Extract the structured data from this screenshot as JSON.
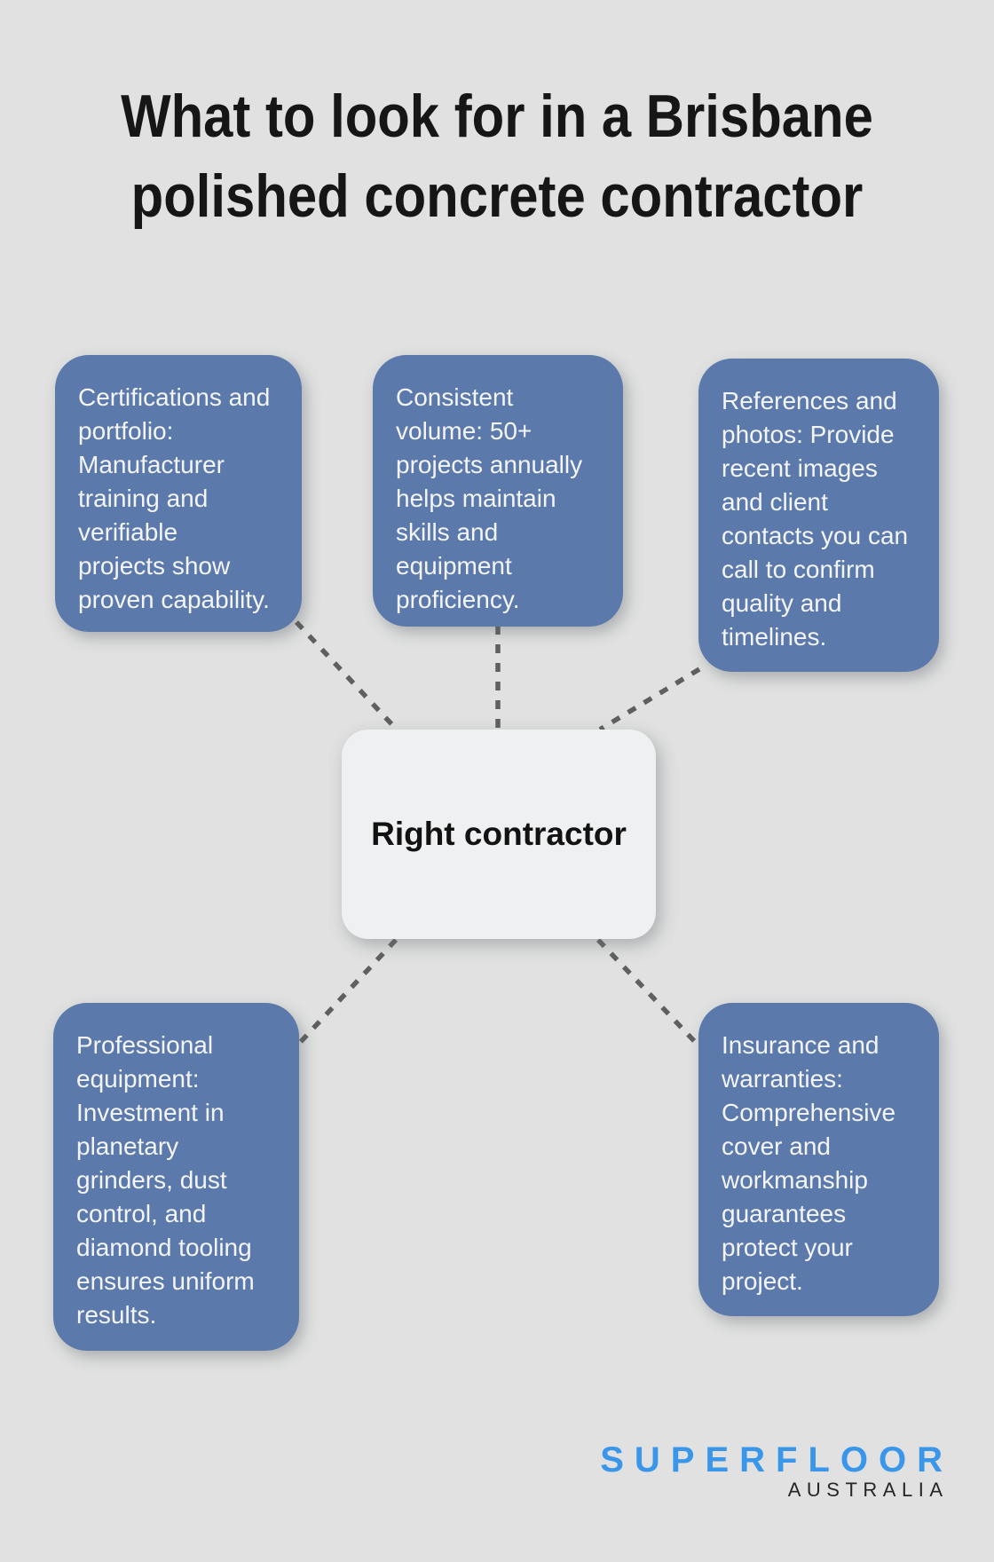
{
  "title": {
    "line1": "What to look for in a Brisbane",
    "line2": "polished concrete contractor"
  },
  "center_node": {
    "label": "Right contractor"
  },
  "nodes": [
    {
      "id": "certifications-portfolio",
      "text": "Certifications and\nportfolio:\nManufacturer\ntraining and\nverifiable\nprojects show\nproven capability."
    },
    {
      "id": "consistent-volume",
      "text": "Consistent\nvolume: 50+\nprojects annually\nhelps maintain\nskills and\nequipment\nproficiency."
    },
    {
      "id": "references-photos",
      "text": "References and\nphotos: Provide\nrecent images\nand client\ncontacts you can\ncall to confirm\nquality and\ntimelines."
    },
    {
      "id": "professional-equipment",
      "text": "Professional\nequipment:\nInvestment in\nplanetary\ngrinders, dust\ncontrol, and\ndiamond tooling\nensures uniform\nresults."
    },
    {
      "id": "insurance-warranties",
      "text": "Insurance and\nwarranties:\nComprehensive\ncover and\nworkmanship\nguarantees\nprotect your\nproject."
    }
  ],
  "logo": {
    "brand": "SUPERFLOOR",
    "region": "AUSTRALIA"
  },
  "colors": {
    "background": "#e0e1e0",
    "node_fill": "#5c79ac",
    "node_text": "#f3f5f8",
    "center_fill": "#eff0f2",
    "center_text": "#121212",
    "title_text": "#161616",
    "connector": "#5f5f5f",
    "brand_blue": "#3a96e8",
    "brand_dark": "#252525"
  }
}
